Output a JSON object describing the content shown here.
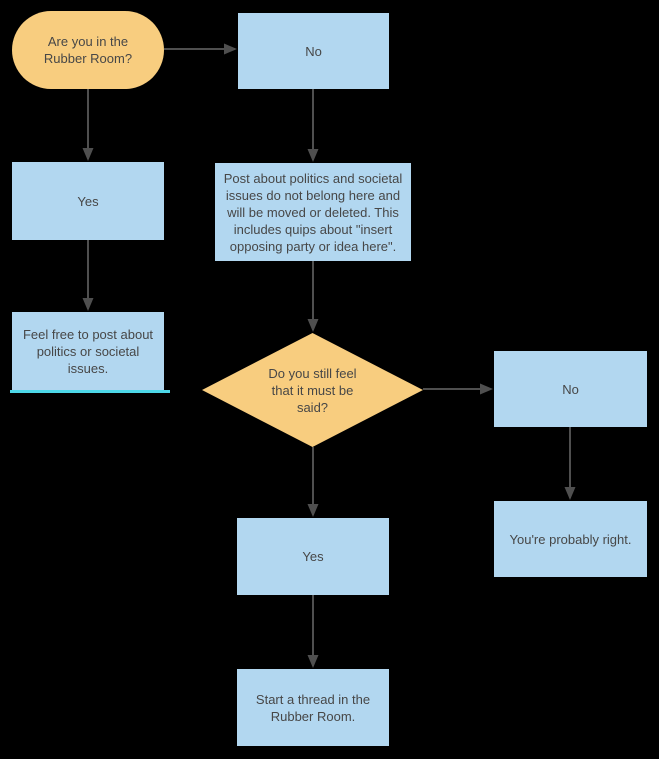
{
  "diagram": {
    "title": "Rubber Room posting flowchart",
    "background": "#000000",
    "colors": {
      "node_blue": "#B2D7F0",
      "node_orange": "#F8CD7F",
      "connector": "#4F4F4F",
      "text": "#474747",
      "cyan_accent": "#4DD8E8"
    },
    "nodes": {
      "start": {
        "shape": "terminator",
        "fill": "orange",
        "label": "Are you in the\nRubber Room?"
      },
      "no_top": {
        "shape": "rect",
        "fill": "blue",
        "label": "No"
      },
      "yes_left": {
        "shape": "rect",
        "fill": "blue",
        "label": "Yes"
      },
      "feel_free": {
        "shape": "rect",
        "fill": "blue",
        "label": "Feel free to post about\npolitics or societal\nissues."
      },
      "policy": {
        "shape": "rect",
        "fill": "blue",
        "label": "Post about politics and societal\nissues do not belong here and\nwill be moved or deleted. This\nincludes quips about \"insert\nopposing party or idea here\"."
      },
      "decision": {
        "shape": "diamond",
        "fill": "orange",
        "label": "Do you still feel\nthat it must be\nsaid?"
      },
      "no_right": {
        "shape": "rect",
        "fill": "blue",
        "label": "No"
      },
      "probably_right": {
        "shape": "rect",
        "fill": "blue",
        "label": "You're probably right."
      },
      "yes_center": {
        "shape": "rect",
        "fill": "blue",
        "label": "Yes"
      },
      "start_thread": {
        "shape": "rect",
        "fill": "blue",
        "label": "Start a thread in the\nRubber Room."
      }
    },
    "edges": [
      {
        "from": "start",
        "to": "no_top"
      },
      {
        "from": "start",
        "to": "yes_left"
      },
      {
        "from": "no_top",
        "to": "policy"
      },
      {
        "from": "yes_left",
        "to": "feel_free"
      },
      {
        "from": "policy",
        "to": "decision"
      },
      {
        "from": "decision",
        "to": "no_right"
      },
      {
        "from": "decision",
        "to": "yes_center"
      },
      {
        "from": "no_right",
        "to": "probably_right"
      },
      {
        "from": "yes_center",
        "to": "start_thread"
      }
    ]
  }
}
